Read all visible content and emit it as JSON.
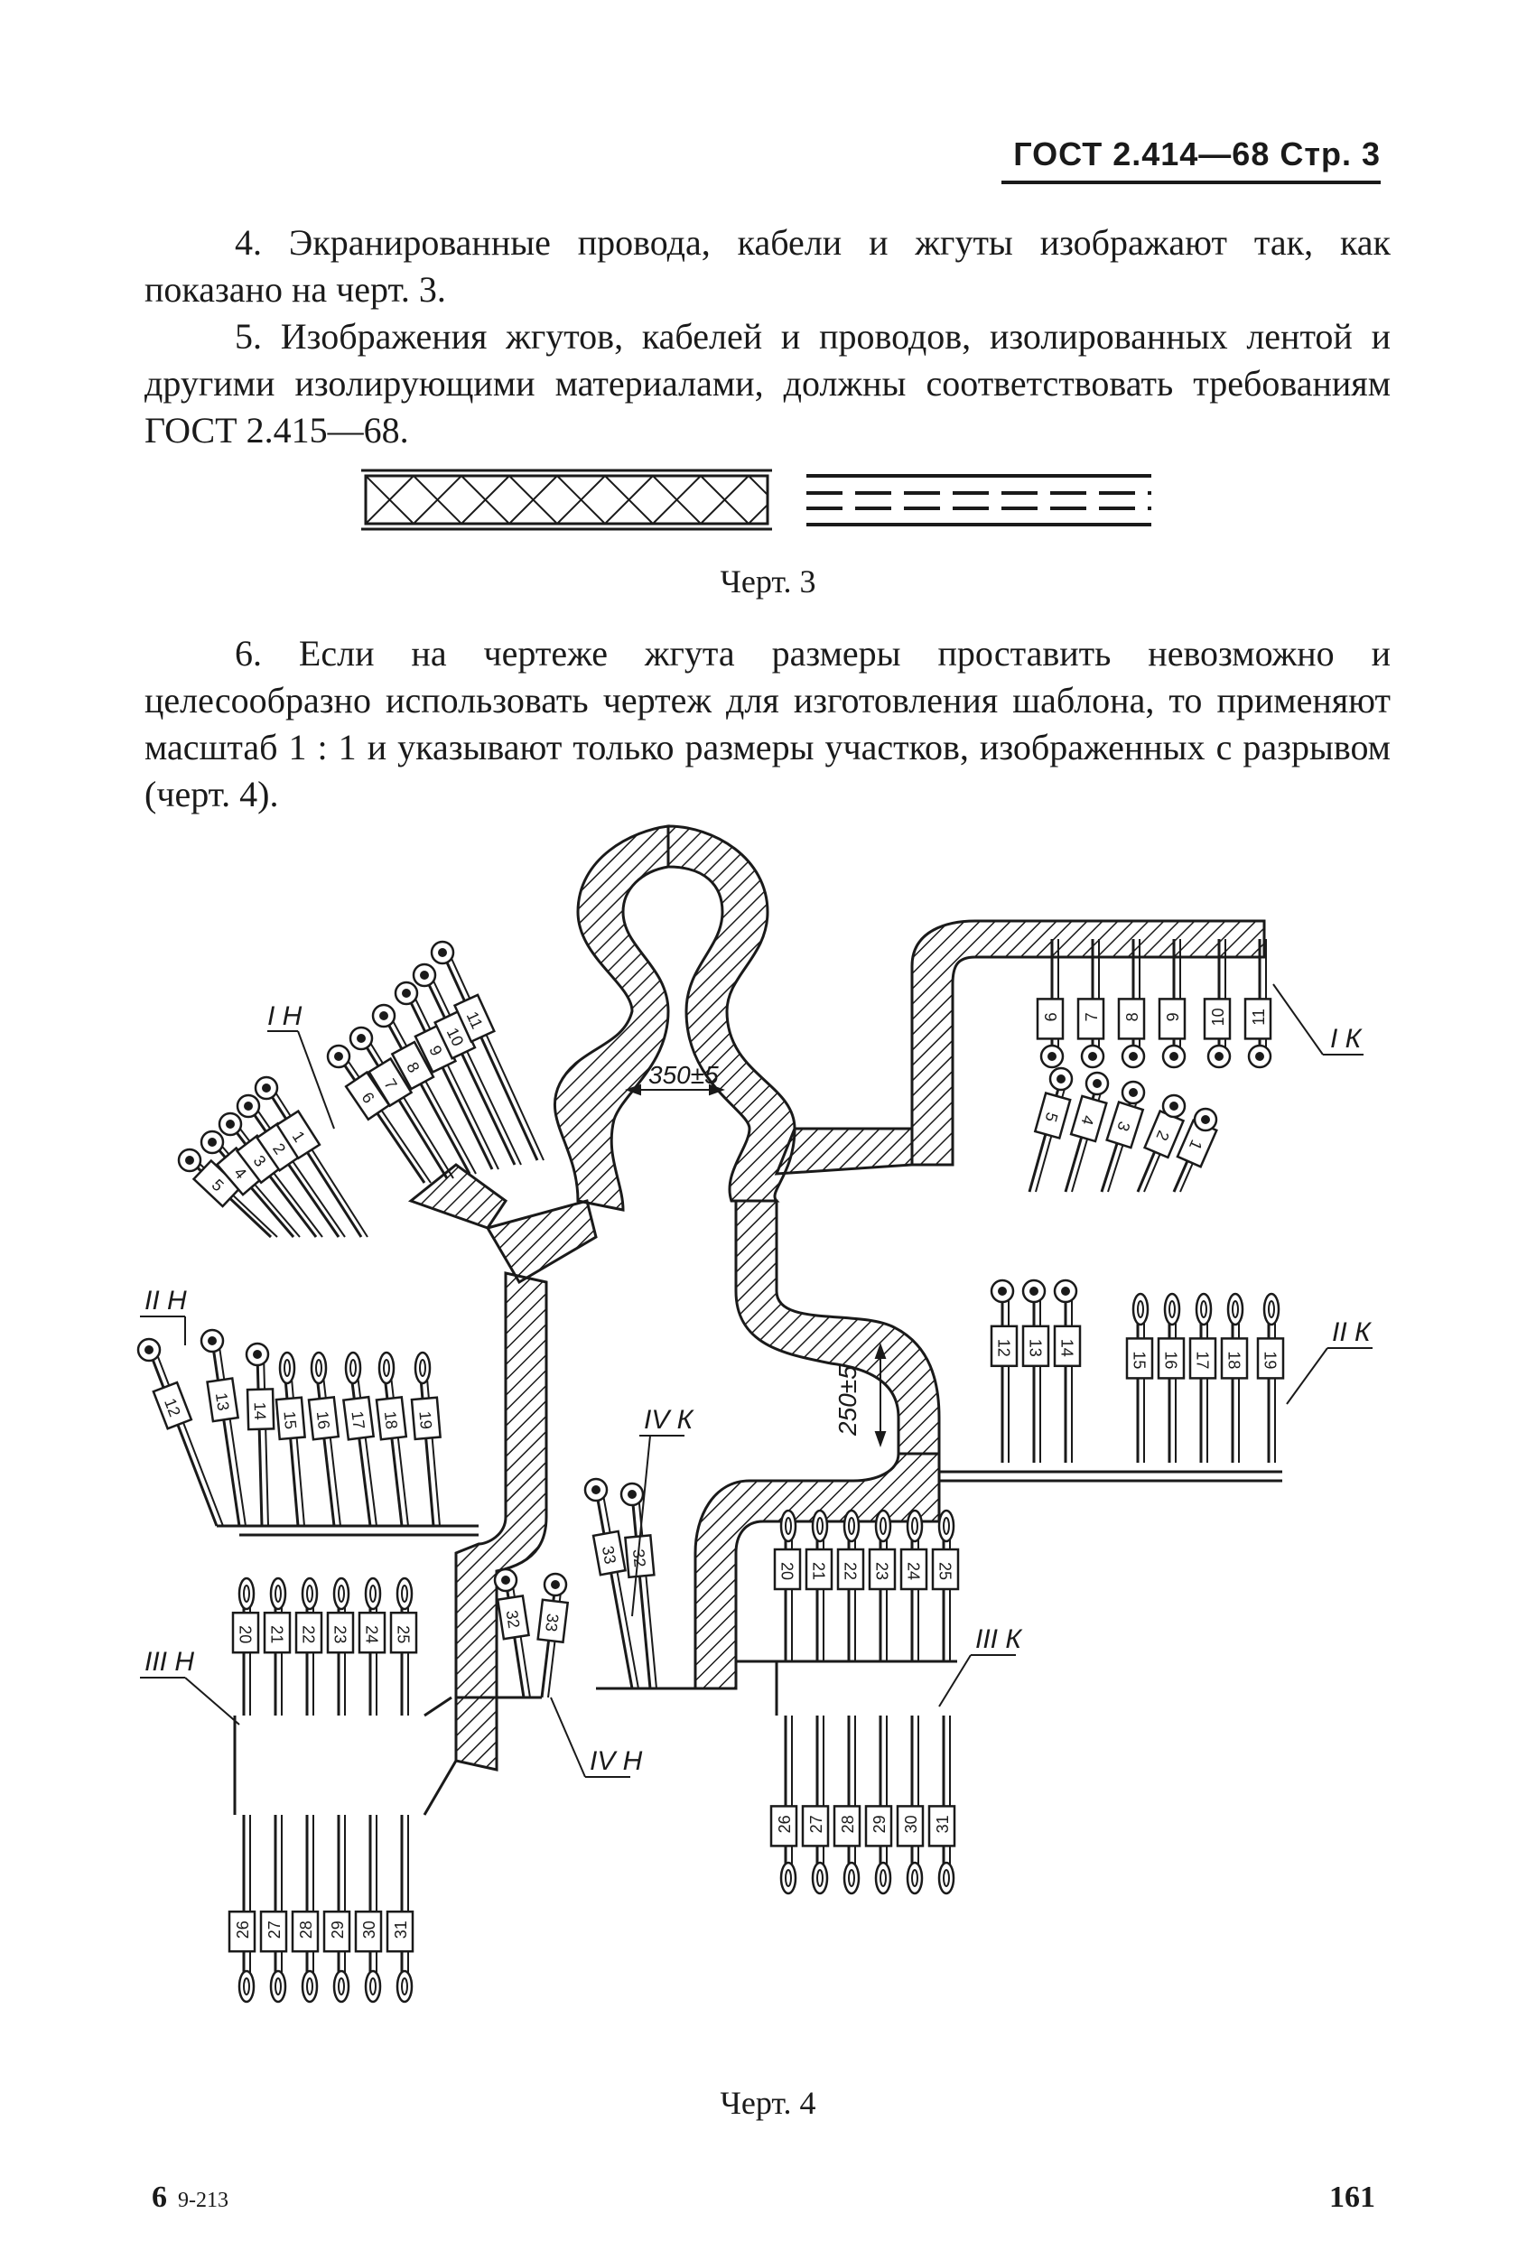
{
  "header": {
    "text": "ГОСТ 2.414—68 Стр. 3"
  },
  "paragraphs": {
    "p4": "4. Экранированные провода, кабели и жгуты изображают так, как показано на черт. 3.",
    "p5": "5. Изображения жгутов, кабелей и проводов, изолированных лентой и другими изолирующими материалами, должны соответствовать требованиям ГОСТ 2.415—68.",
    "p6": "6. Если на чертеже жгута размеры проставить невозможно и целесообразно использовать чертеж для изготовления шаблона, то применяют масштаб 1 : 1 и указывают только размеры участков, изображенных с разрывом (черт. 4)."
  },
  "figure3": {
    "caption": "Черт. 3"
  },
  "figure4": {
    "caption": "Черт. 4",
    "dim_top": "350±5",
    "dim_right": "250±5",
    "labels": {
      "in": "I Н",
      "ik": "I К",
      "iin": "II Н",
      "iik": "II К",
      "iiin": "III Н",
      "iiik": "III К",
      "ivn": "IV Н",
      "ivk": "IV К"
    }
  },
  "footer": {
    "left_num": "6",
    "left_code": "9-213",
    "right": "161"
  },
  "colors": {
    "ink": "#1a1a1a",
    "paper": "#ffffff"
  }
}
